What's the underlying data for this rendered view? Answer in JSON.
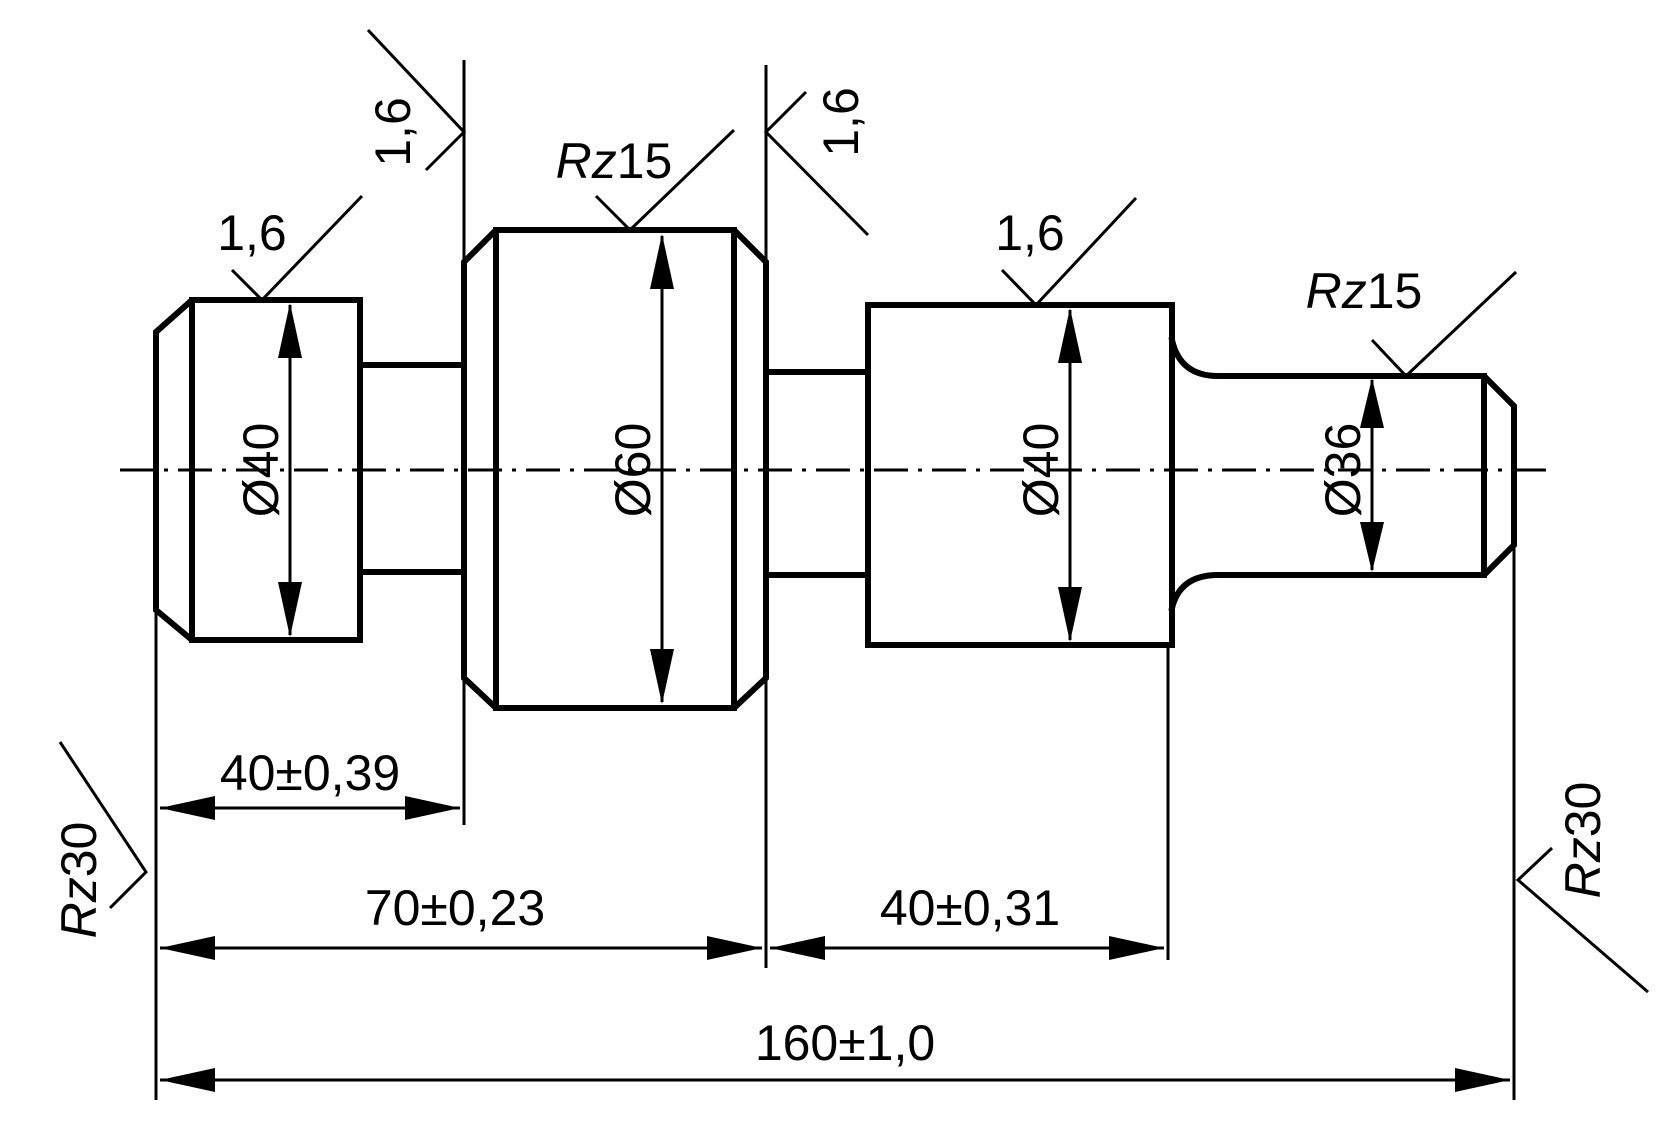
{
  "dimensions": {
    "length_left_shoulder": "40±0,39",
    "length_to_flange": "70±0,23",
    "length_right_journal": "40±0,31",
    "overall_length": "160±1,0"
  },
  "diameters": {
    "left_journal": "Ø40",
    "flange": "Ø60",
    "right_journal": "Ø40",
    "right_end": "Ø36"
  },
  "roughness": {
    "fine_value": "1,6",
    "rz_prefix": "Rz",
    "rz15_value": "15",
    "rz30_value": "30"
  }
}
